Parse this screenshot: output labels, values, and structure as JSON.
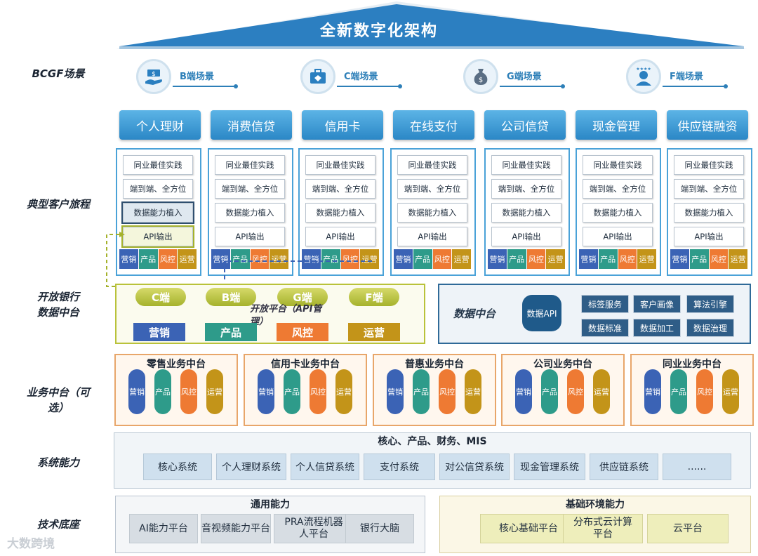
{
  "title": "全新数字化架构",
  "row_labels": {
    "bcgf": "BCGF场景",
    "journey": "典型客户旅程",
    "open_banking": [
      "开放银行",
      "数据中台"
    ],
    "biz_platform": [
      "业务中台（可",
      "选）"
    ],
    "system": "系统能力",
    "tech": "技术底座"
  },
  "scenarios": [
    {
      "label": "B端场景",
      "icon": "money-hand-icon"
    },
    {
      "label": "C端场景",
      "icon": "briefcase-diamond-icon"
    },
    {
      "label": "G端场景",
      "icon": "money-bag-icon"
    },
    {
      "label": "F端场景",
      "icon": "person-stars-icon"
    }
  ],
  "products": [
    "个人理财",
    "消费信贷",
    "信用卡",
    "在线支付",
    "公司信贷",
    "现金管理",
    "供应链融资"
  ],
  "journey_items": [
    "同业最佳实践",
    "端到端、全方位",
    "数据能力植入",
    "API输出"
  ],
  "capability_tags": [
    "营销",
    "产品",
    "风控",
    "运营"
  ],
  "colors": {
    "marketing": "#3b63b5",
    "product": "#2e9b8a",
    "risk": "#ee7a33",
    "operation": "#c39419",
    "primary": "#2b87c6",
    "olive": "#a5b22c"
  },
  "open_banking": {
    "channels": [
      "C端",
      "B端",
      "G端",
      "F端"
    ],
    "platform_label": "开放平台（API管理）",
    "caps": [
      "营销",
      "产品",
      "风控",
      "运营"
    ]
  },
  "data_platform": {
    "title": "数据中台",
    "api": "数据API",
    "items": [
      "标签服务",
      "客户画像",
      "算法引擎",
      "数据标准",
      "数据加工",
      "数据治理"
    ]
  },
  "biz_platforms": [
    "零售业务中台",
    "信用卡业务中台",
    "普惠业务中台",
    "公司业务中台",
    "同业业务中台"
  ],
  "system": {
    "title": "核心、产品、财务、MIS",
    "items": [
      "核心系统",
      "个人理财系统",
      "个人信贷系统",
      "支付系统",
      "对公信贷系统",
      "现金管理系统",
      "供应链系统",
      "......"
    ]
  },
  "tech": {
    "general_title": "通用能力",
    "general_items": [
      "AI能力平台",
      "音视频能力平台",
      "PRA流程机器人平台",
      "银行大脑"
    ],
    "env_title": "基础环境能力",
    "env_items": [
      "核心基础平台",
      "分布式云计算平台",
      "云平台"
    ]
  },
  "watermark": "大数跨境"
}
